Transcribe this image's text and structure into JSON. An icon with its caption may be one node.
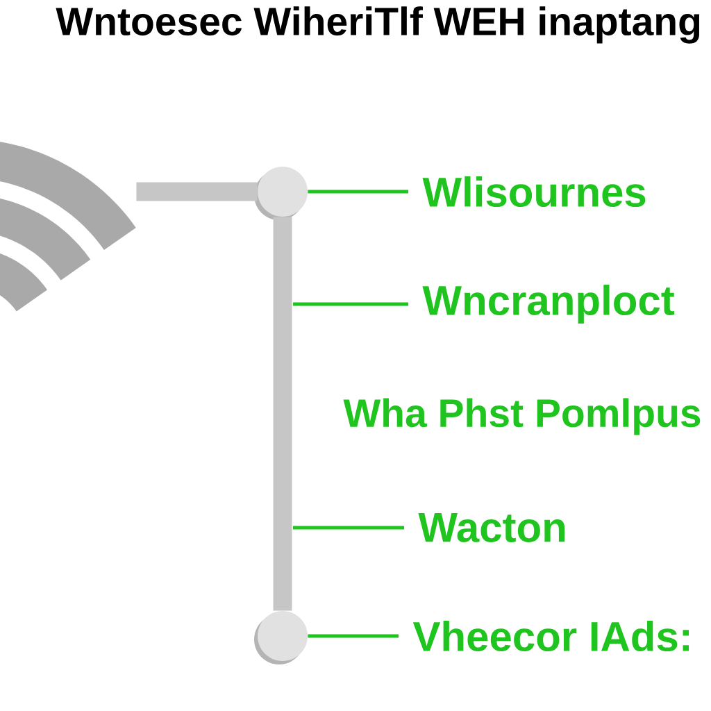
{
  "diagram": {
    "title": "Wntoesec WiheriTlf WEH inaptang",
    "nodes": [
      {
        "text": [],
        "shape": "picture"
      },
      {
        "text": [],
        "shape": "circle"
      },
      {
        "text": [
          "Wlisournes"
        ]
      },
      {
        "text": [
          "Wncranploct"
        ]
      },
      {
        "text": [
          "Wacton"
        ]
      },
      {
        "text": [],
        "shape": "circle"
      },
      {
        "text": [
          "Vheecor IAds:"
        ]
      }
    ],
    "edges": [
      {
        "from": 0,
        "to": 1,
        "arrow": "none",
        "style": "thick",
        "color": "#c6c6c6"
      },
      {
        "from": 1,
        "to": 5,
        "arrow": "none",
        "style": "thick",
        "color": "#c6c6c6"
      },
      {
        "from": 2,
        "to": 1,
        "arrow": "none"
      },
      {
        "from": 3,
        "to": null,
        "arrow": "none"
      },
      {
        "from": 4,
        "to": null,
        "arrow": "none"
      },
      {
        "from": 6,
        "to": 5,
        "arrow": "none"
      }
    ],
    "labels": [
      "Wha Phst Pomlpus"
    ]
  }
}
